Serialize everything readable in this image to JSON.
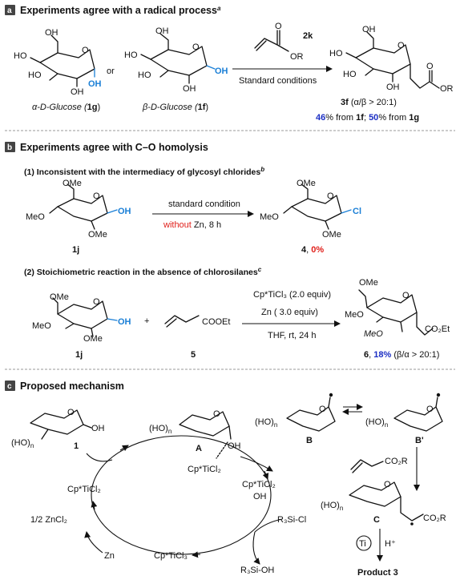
{
  "panel_a": {
    "badge": "a",
    "title": "Experiments agree with a radical process",
    "title_sup": "a",
    "or": "or",
    "alpha_name": "α-D-Glucose (",
    "alpha_id": "1g",
    "beta_name": "β-D-Glucose (",
    "beta_id": "1f",
    "close_paren": ")",
    "reagent_id": "2k",
    "conditions": "Standard conditions",
    "product_id": "3f",
    "product_ratio": " (α/β > 20:1)",
    "yield_1": "46",
    "yield_1_text": "% from ",
    "yield_1_src": "1f",
    "sep": "; ",
    "yield_2": "50",
    "yield_2_text": "% from ",
    "yield_2_src": "1g",
    "labels": {
      "oh": "OH",
      "ho": "HO",
      "o": "O",
      "or_grp": "OR"
    }
  },
  "panel_b": {
    "badge": "b",
    "title": "Experiments agree with C–O homolysis",
    "sub1": "(1) Inconsistent with the intermediacy of glycosyl chlorides",
    "sub1_sup": "b",
    "cond1_top": "standard condition",
    "cond1_without": "without",
    "cond1_rest": " Zn, 8 h",
    "sm_id": "1j",
    "chloride_id": "4",
    "chloride_yield": "0%",
    "comma": ", ",
    "sub2": "(2) Stoichiometric reaction in the absence of chlorosilanes",
    "sub2_sup": "c",
    "plus": "+",
    "acrylate": "COOEt",
    "acrylate_id": "5",
    "cond2_line1": "Cp*TiCl₃ (2.0 equiv)",
    "cond2_line2": "Zn ( 3.0 equiv)",
    "cond2_line3": "THF, rt, 24 h",
    "product_id": "6",
    "product_yield": "18%",
    "product_ratio": " (β/α > 20:1)",
    "labels": {
      "ome": "OMe",
      "meo": "MeO",
      "oh": "OH",
      "cl": "Cl",
      "o": "O",
      "co2et": "CO₂Et"
    }
  },
  "panel_c": {
    "badge": "c",
    "title": "Proposed mechanism",
    "ho_n": "(HO)",
    "n": "n",
    "cpd_1": "1",
    "cpd_A": "A",
    "cpd_B": "B",
    "cpd_Bp": "B'",
    "cpd_C": "C",
    "oh": "OH",
    "o": "O",
    "cp_ticl2_bound": "Cp*TiCl₂",
    "cp_ticl2": "Cp*TiCl₂",
    "cp_ticl2_oh_1": "Cp*TiCl₂",
    "cp_ticl2_oh_2": "OH",
    "cp_ticl3": "Cp*TiCl₃",
    "zncl2": "1/2 ZnCl₂",
    "zn": "Zn",
    "r3sicl": "R₃Si-Cl",
    "r3sioh": "R₃Si-OH",
    "acrylate": "CO₂R",
    "co2r": "CO₂R",
    "ti": "Ti",
    "hplus": "H⁺",
    "product": "Product ",
    "product_id": "3"
  }
}
